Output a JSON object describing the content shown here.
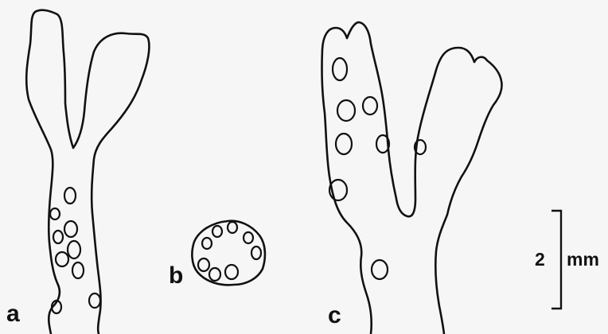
{
  "figure": {
    "panels": [
      {
        "id": "a",
        "label": "a"
      },
      {
        "id": "b",
        "label": "b"
      },
      {
        "id": "c",
        "label": "c"
      }
    ],
    "scale_bar": {
      "value": "2",
      "unit": "mm"
    }
  }
}
